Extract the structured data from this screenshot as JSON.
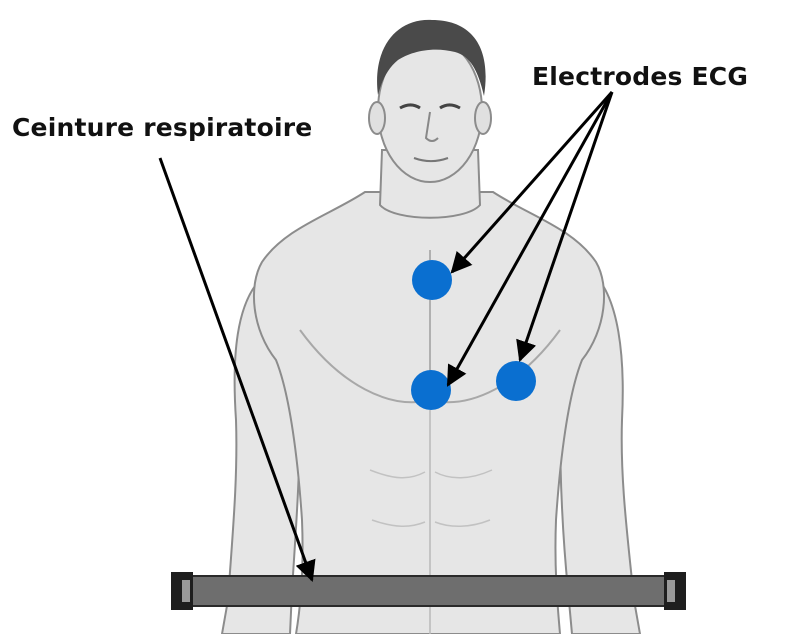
{
  "labels": {
    "ecg_electrodes": "Electrodes ECG",
    "respiratory_belt": "Ceinture respiratoire"
  },
  "colors": {
    "electrode": "#0a6fd0",
    "skin_fill": "#e6e6e6",
    "skin_outline": "#8c8c8c",
    "hair": "#4a4a4a",
    "belt_body": "#6e6e6e",
    "belt_end": "#1e1e1e",
    "arrow": "#000000",
    "text": "#111111"
  },
  "icons": {
    "electrode": "blue-dot",
    "belt": "strap-bar"
  },
  "electrodes": [
    {
      "id": "upper-sternum"
    },
    {
      "id": "lower-sternum"
    },
    {
      "id": "lower-left-chest"
    }
  ]
}
